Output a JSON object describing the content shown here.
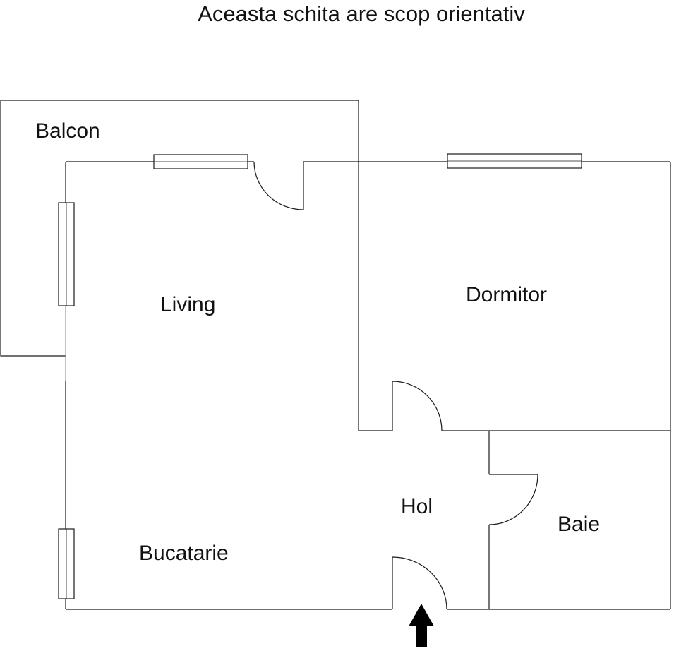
{
  "title": "Aceasta schita are scop orientativ",
  "rooms": {
    "balcon": "Balcon",
    "living": "Living",
    "dormitor": "Dormitor",
    "hol": "Hol",
    "baie": "Baie",
    "bucatarie": "Bucatarie"
  },
  "colors": {
    "walls": "#1a1a1a",
    "background": "#ffffff",
    "arrow": "#000000"
  },
  "icons": {
    "entrance": "entrance-arrow-icon"
  }
}
